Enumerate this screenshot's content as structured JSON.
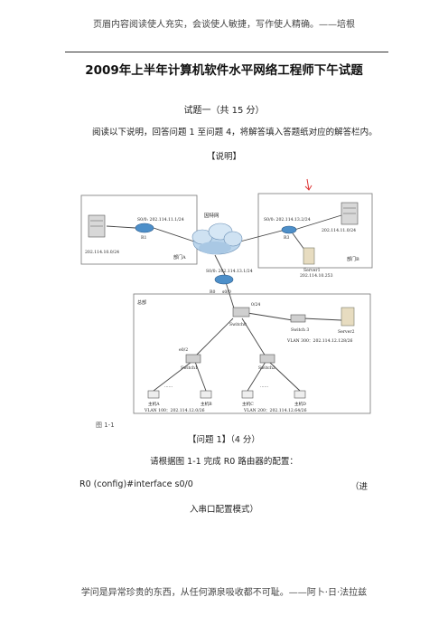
{
  "header": {
    "text": "页眉内容阅读使人充实，会谈使人敏捷，写作使人精确。——培根"
  },
  "document": {
    "title": "2009年上半年计算机软件水平网络工程师下午试题",
    "question_heading": "试题一（共 15 分）",
    "intro": "阅读以下说明，回答问题 1 至问题 4，将解答填入答题纸对应的解答栏内。",
    "explanation_label": "【说明】",
    "figure_caption": "图 1-1",
    "question1_heading": "【问题 1】（4 分）",
    "instruction": "请根据图 1-1 完成 R0 路由器的配置：",
    "config_command": "R0 (config)#interface s0/0",
    "config_note_open": "（进",
    "config_note_cont": "入串口配置模式）"
  },
  "diagram": {
    "internet": "因特网",
    "dept_a": "部门A",
    "dept_b": "部门B",
    "hq": "总部",
    "r1_link": "S0/0: 202.114.11.1/24",
    "r3_link": "S0/0: 202.114.13.2/24",
    "r0_link": "S0/0: 202.114.13.1/24",
    "r1": "R1",
    "r3": "R3",
    "r0": "R0",
    "r0_s0": "s0/0",
    "r0_e0": "e0/1",
    "net_a": "202.114.10.0/24",
    "net_b": "202.114.11.0/24",
    "server1": "Server1",
    "server1_ip": "202.114.10.253",
    "server2": "Server2",
    "switch0": "Switch0",
    "switch1": "Switch1",
    "switch2": "Switch2",
    "switch3": "Switch 3",
    "sw0_link": "0/24",
    "sw1_port": "e0/2",
    "pc_a": "主机A",
    "pc_b": "主机B",
    "pc_c": "主机C",
    "pc_d": "主机D",
    "dots": "……",
    "vlan100": "VLAN 100：202.114.12.0/26",
    "vlan200": "VLAN 200：202.114.12.64/26",
    "vlan300": "VLAN 300：202.114.12.128/26"
  },
  "footer": {
    "text": "学问是异常珍贵的东西，从任何源泉吸收都不可耻。——阿卜·日·法拉兹"
  }
}
